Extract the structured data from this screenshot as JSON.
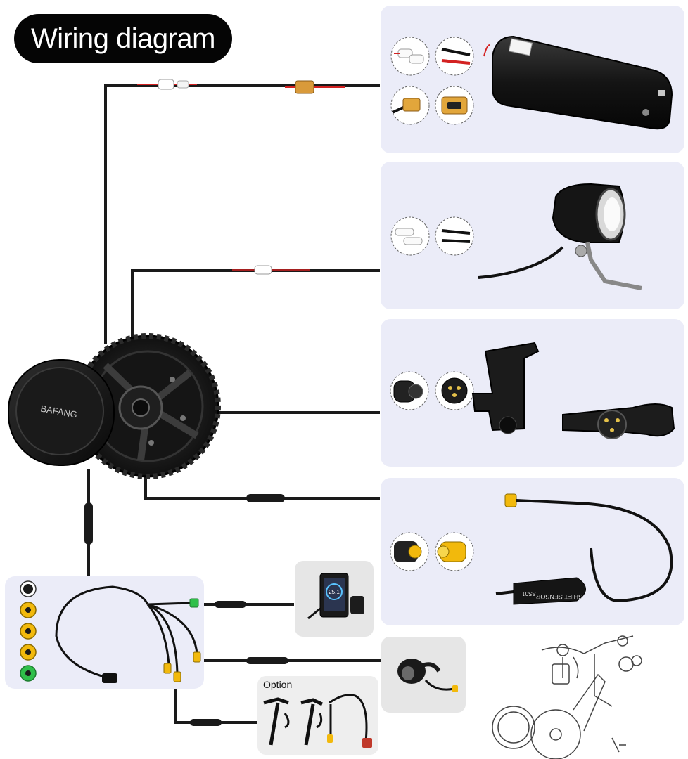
{
  "title": "Wiring diagram",
  "motor_brand": "BAFANG",
  "option_label": "Option",
  "display_reading": "25.1",
  "sensor_label": "SHIFT SENSOR",
  "sensor_code": "SS01",
  "colors": {
    "panel_bg": "#ebecf8",
    "gray_bg": "#e6e6e6",
    "cable": "#1a1a1a",
    "connector_yellow": "#f2b90c",
    "connector_green": "#2fbf4a",
    "wire_red": "#d32121",
    "title_bg": "#050505"
  },
  "components": [
    {
      "id": "battery",
      "icons": [
        "bullet-connector-icon",
        "wire-ends-icon",
        "xt60-plug-icon",
        "xt60-socket-icon"
      ]
    },
    {
      "id": "headlight",
      "icons": [
        "bullet-connector-icon",
        "wire-ends-icon"
      ]
    },
    {
      "id": "throttle-speed-sensor",
      "icons": [
        "round-plug-icon",
        "three-pin-plug-icon"
      ]
    },
    {
      "id": "shift-sensor",
      "icons": [
        "yellow-plug-icon",
        "yellow-socket-icon"
      ]
    },
    {
      "id": "display"
    },
    {
      "id": "thumb-throttle"
    },
    {
      "id": "brake-levers"
    },
    {
      "id": "ebike-sketch"
    }
  ],
  "harness_connectors": [
    "black",
    "yellow",
    "yellow",
    "yellow",
    "green"
  ]
}
